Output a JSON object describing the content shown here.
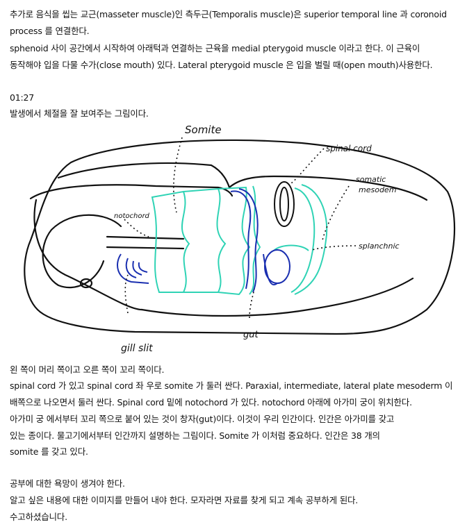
{
  "paragraph1": {
    "line1": "  추가로 음식을 씹는 교근(masseter muscle)인 측두근(Temporalis muscle)은 superior temporal line 과 coronoid",
    "line2": "process 를 연결한다.",
    "line3": "sphenoid 사이 공간에서 시작하여 아래턱과 연결하는 근육을 medial pterygoid muscle 이라고 한다. 이 근육이",
    "line4": "동작해야 입을 다물 수가(close mouth) 있다. Lateral pterygoid muscle 은 입을 벌릴 때(open mouth)사용한다."
  },
  "timestamp": "01:27",
  "figure_intro": "발생에서 체절을 잘 보여주는 그림이다.",
  "figure": {
    "labels": {
      "somite": "Somite",
      "spinal_cord": "spinal cord",
      "somatic_mesoderm_1": "somatic",
      "somatic_mesoderm_2": "mesodem",
      "notochord": "notochord",
      "splanchnic": "splanchnic",
      "gill_slit": "gill slit",
      "gut": "gut"
    },
    "colors": {
      "outline": "#111111",
      "somite_teal": "#2fd3b5",
      "somite_blue": "#1a2fb0"
    }
  },
  "paragraph2": {
    "line1": "왼 쪽이 머리 쪽이고 오른 쪽이 꼬리 쪽이다.",
    "line2": "spinal cord 가 있고 spinal cord 좌 우로 somite 가 둘러 싼다. Paraxial, intermediate, lateral plate mesoderm 이",
    "line3": "배쪽으로 나오면서 둘러 싼다. Spinal cord 밑에 notochord 가 있다. notochord 아래에 아가미 궁이 위치한다.",
    "line4": "아가미 궁 에서부터 꼬리 쪽으로 붙어 있는 것이 창자(gut)이다. 이것이 우리 인간이다. 인간은 아가미를 갖고",
    "line5": "있는 종이다.  물고기에서부터 인간까지 설명하는 그림이다. Somite 가 이처럼 중요하다. 인간은 38 개의",
    "line6": "somite 를 갖고 있다."
  },
  "paragraph3": {
    "line1": "공부에 대한 욕망이 생겨야 한다.",
    "line2": "알고 싶은 내용에 대한 이미지를 만들어 내야 한다. 모자라면 자료를 찾게 되고 계속 공부하게 된다.",
    "line3": "수고하셨습니다."
  }
}
